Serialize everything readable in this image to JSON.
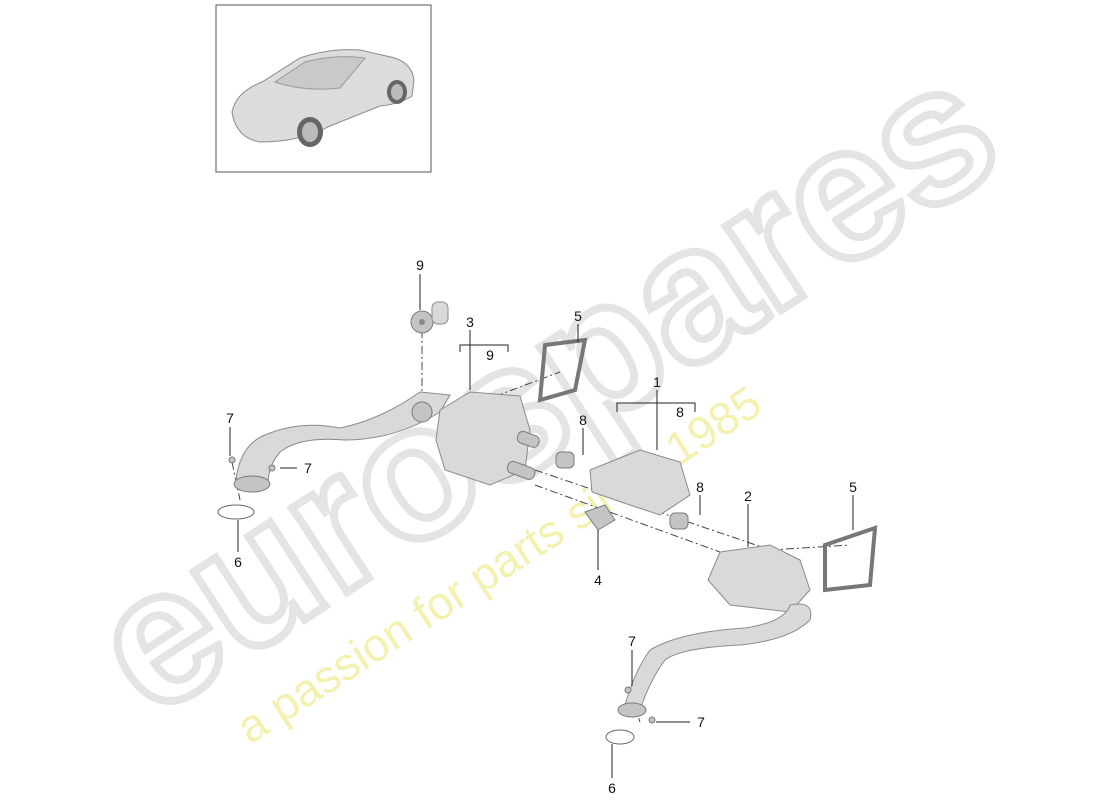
{
  "watermark": {
    "brand": "eurospares",
    "tagline": "a passion for parts since 1985",
    "brand_color": "#e6e6e6",
    "tagline_color": "#f3f0a8"
  },
  "thumbnail": {
    "icon": "car-overview-icon"
  },
  "callouts": {
    "c9_top": "9",
    "c3": "3",
    "c3_sub": "9",
    "c5_left": "5",
    "c1": "1",
    "c1_sub": "8",
    "c8_left": "8",
    "c7_left_top": "7",
    "c7_left_right": "7",
    "c6_left": "6",
    "c8_right": "8",
    "c2": "2",
    "c5_right": "5",
    "c4": "4",
    "c7_bottom_top": "7",
    "c7_bottom_right": "7",
    "c6_bottom": "6"
  }
}
